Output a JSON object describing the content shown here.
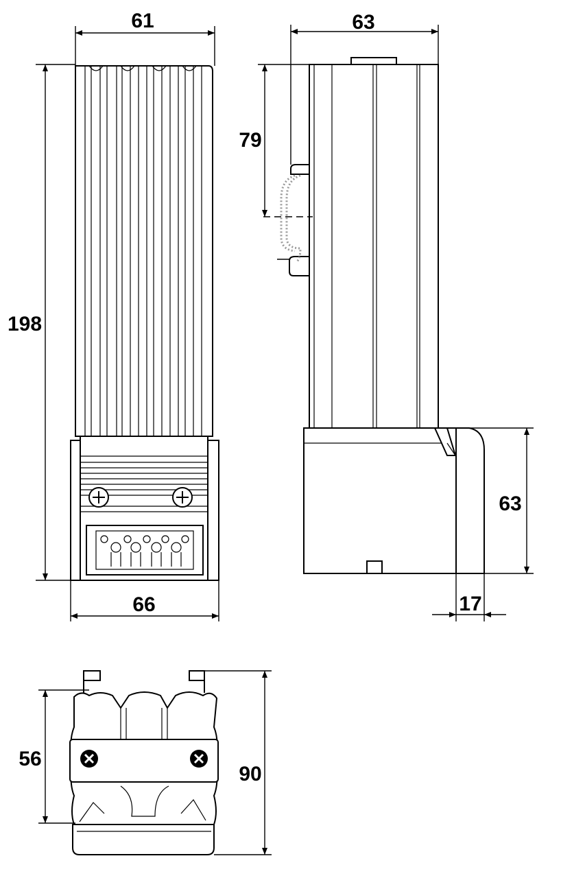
{
  "dimensions": {
    "front_top_width": "61",
    "front_height": "198",
    "front_base_width": "66",
    "side_width": "63",
    "side_rail_offset": "79",
    "side_base_height": "63",
    "side_clip_depth": "17",
    "bottom_body_width": "56",
    "bottom_total_width": "90"
  },
  "colors": {
    "line": "#000000",
    "rail_dotted": "#999999",
    "background": "#ffffff"
  }
}
